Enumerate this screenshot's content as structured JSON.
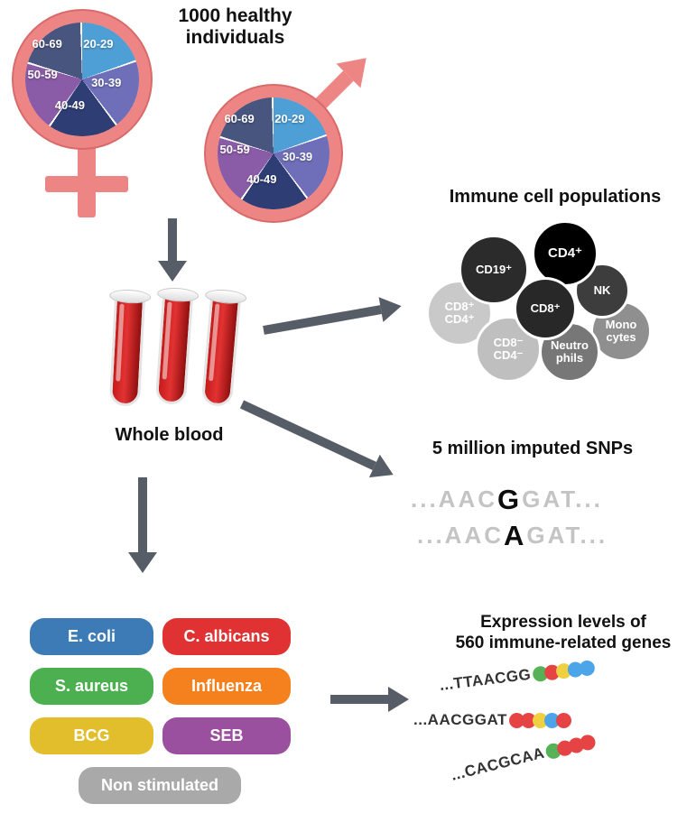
{
  "header": {
    "title": "1000 healthy\nindividuals"
  },
  "cohort": {
    "symbol_color": "#EE8585",
    "age_groups": [
      {
        "label": "20-29",
        "color": "#4E9FD6"
      },
      {
        "label": "30-39",
        "color": "#6E6FB8"
      },
      {
        "label": "40-49",
        "color": "#2E3D74"
      },
      {
        "label": "50-59",
        "color": "#8A5BA6"
      },
      {
        "label": "60-69",
        "color": "#47557F"
      }
    ]
  },
  "whole_blood": {
    "label": "Whole blood",
    "tube_color": "#C41B1B"
  },
  "immune_cells": {
    "title": "Immune cell populations",
    "cells": [
      {
        "label": "CD19⁺",
        "color": "#2B2B2B"
      },
      {
        "label": "CD4⁺",
        "color": "#000000"
      },
      {
        "label": "NK",
        "color": "#3D3D3D"
      },
      {
        "label": "CD8⁺",
        "color": "#282828"
      },
      {
        "label": "CD8⁺\nCD4⁺",
        "color": "#C9C9C9"
      },
      {
        "label": "Mono\ncytes",
        "color": "#8F8F8F"
      },
      {
        "label": "CD8⁻\nCD4⁻",
        "color": "#BFBFBF"
      },
      {
        "label": "Neutro\nphils",
        "color": "#777777"
      }
    ]
  },
  "snps": {
    "title": "5 million imputed SNPs",
    "sequences": [
      {
        "pre": "...AAC",
        "variant": "G",
        "post": "GAT..."
      },
      {
        "pre": "...AAC",
        "variant": "A",
        "post": "GAT..."
      }
    ]
  },
  "stimuli": {
    "items": [
      {
        "label": "E. coli",
        "color": "#3C7BB5"
      },
      {
        "label": "C. albicans",
        "color": "#E03232"
      },
      {
        "label": "S. aureus",
        "color": "#4CAF50"
      },
      {
        "label": "Influenza",
        "color": "#F5801E"
      },
      {
        "label": "BCG",
        "color": "#E2BE2D"
      },
      {
        "label": "SEB",
        "color": "#9B4F9F"
      },
      {
        "label": "Non stimulated",
        "color": "#A9A9A9"
      }
    ]
  },
  "expression": {
    "title": "Expression levels of\n560 immune-related genes",
    "reads": [
      {
        "seq": "...TTAACGG",
        "dots": [
          "#57B257",
          "#E64444",
          "#EFD040",
          "#4BA5E8",
          "#4BA5E8"
        ]
      },
      {
        "seq": "...AACGGAT",
        "dots": [
          "#E64444",
          "#E64444",
          "#EFD040",
          "#4BA5E8",
          "#E64444"
        ]
      },
      {
        "seq": "...CACGCAA",
        "dots": [
          "#57B257",
          "#E64444",
          "#E64444",
          "#E64444"
        ]
      }
    ]
  },
  "arrow_color": "#575D66"
}
